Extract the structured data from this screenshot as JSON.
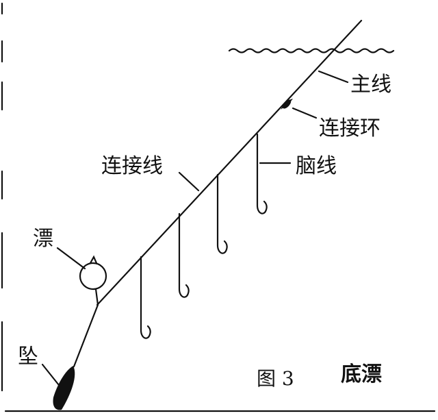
{
  "labels": {
    "main_line": "主线",
    "connector_ring": "连接环",
    "connecting_line": "连接线",
    "snood_line": "脑线",
    "float": "漂",
    "sinker": "坠",
    "figure_number": "图 3",
    "figure_title": "底漂"
  },
  "colors": {
    "ink": "#111111",
    "background": "#ffffff"
  }
}
